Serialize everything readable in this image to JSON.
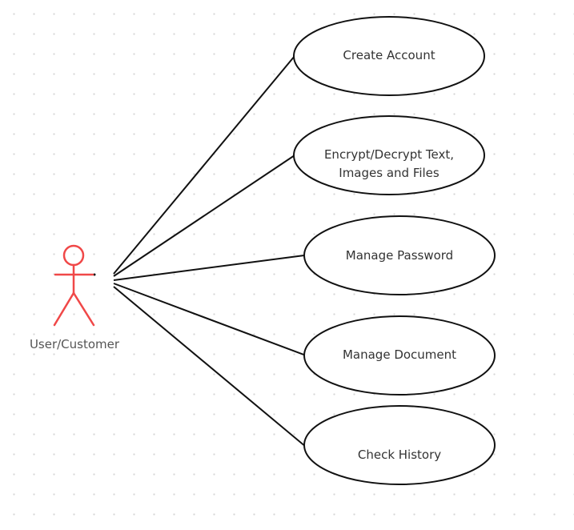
{
  "actor": {
    "label": "User/Customer",
    "icon": "stick-figure-icon",
    "color": "#f04848"
  },
  "use_cases": [
    {
      "id": "create-account",
      "label": "Create Account"
    },
    {
      "id": "encrypt-decrypt",
      "label": "Encrypt/Decrypt Text,",
      "label_line2": "Images and Files"
    },
    {
      "id": "manage-password",
      "label": "Manage Password"
    },
    {
      "id": "manage-document",
      "label": "Manage Document"
    },
    {
      "id": "check-history",
      "label": "Check History"
    }
  ],
  "colors": {
    "stroke": "#111111",
    "text": "#333333",
    "grid_dot": "#d6d6d6"
  }
}
